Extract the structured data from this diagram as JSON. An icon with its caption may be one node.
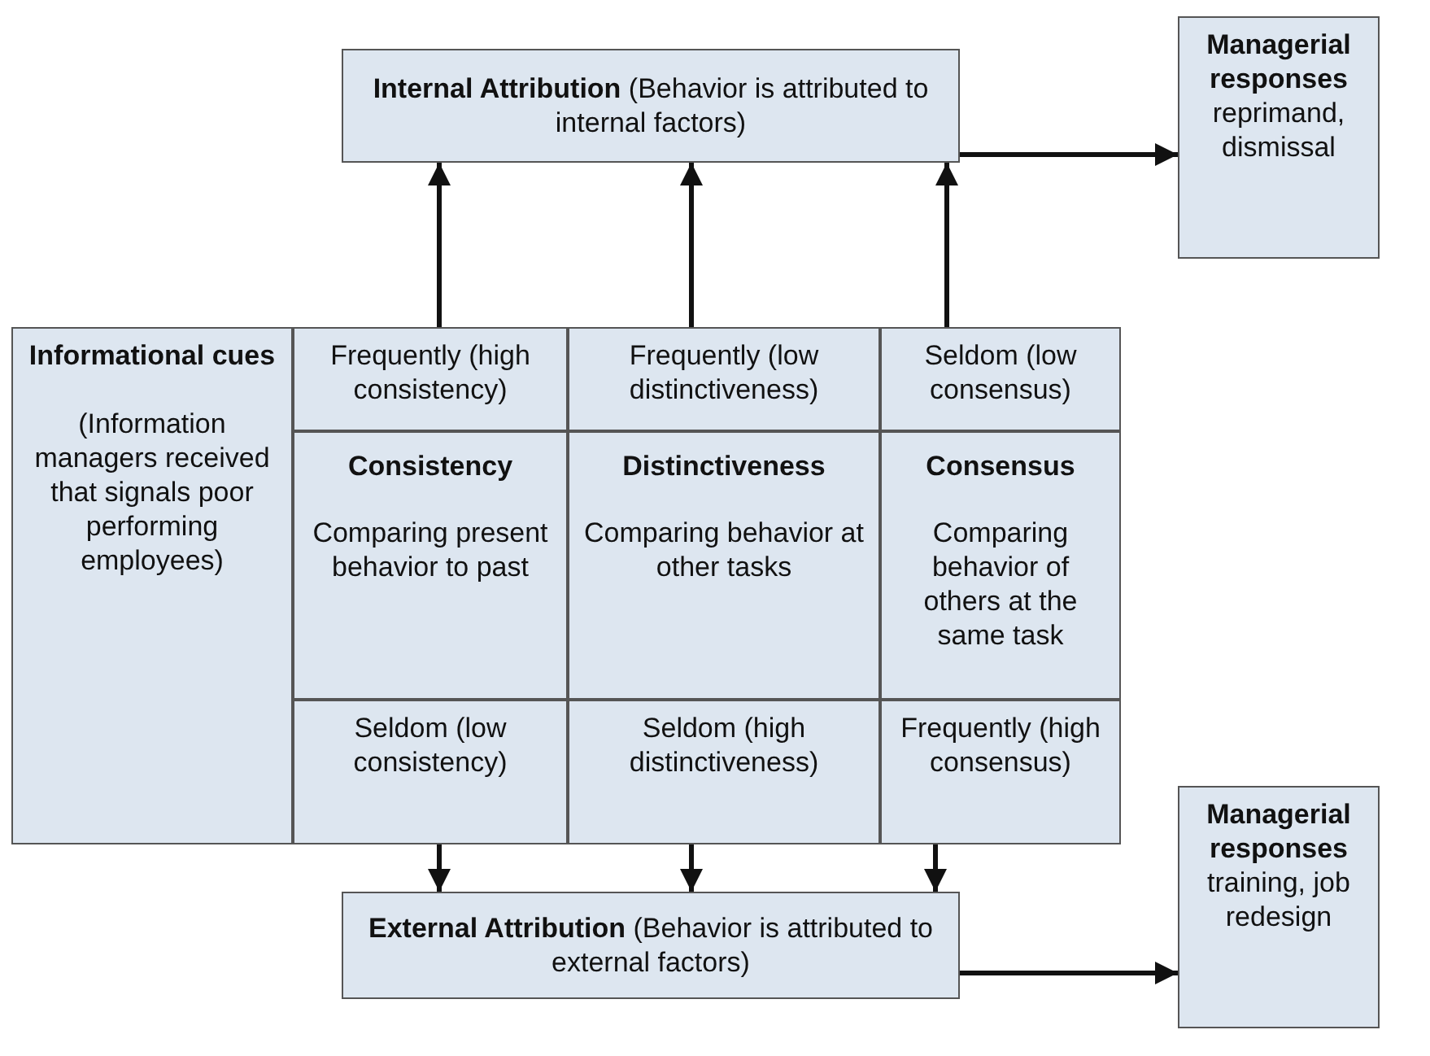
{
  "diagram": {
    "nodes": [
      {
        "text": [
          "**Internal Attribution** (Behavior is attributed to internal factors)"
        ]
      },
      {
        "text": [
          "Managerial responses",
          "reprimand, dismissal"
        ]
      },
      {
        "text": [
          "Informational cues",
          "(Information managers received that signals poor performing employees)"
        ]
      },
      {
        "text": [
          "Frequently (high consistency)"
        ]
      },
      {
        "text": [
          "Frequently (low distinctiveness)"
        ]
      },
      {
        "text": [
          "Seldom (low consensus)"
        ]
      },
      {
        "text": [
          "Consistency",
          "Comparing present behavior to past"
        ]
      },
      {
        "text": [
          "Distinctiveness",
          "Comparing behavior at other tasks"
        ]
      },
      {
        "text": [
          "Consensus",
          "Comparing behavior of others at the same task"
        ]
      },
      {
        "text": [
          "Seldom (low consistency)"
        ]
      },
      {
        "text": [
          "Seldom (high distinctiveness)"
        ]
      },
      {
        "text": [
          "Frequently (high consensus)"
        ]
      },
      {
        "text": [
          "**External Attribution** (Behavior is attributed to external factors)"
        ]
      },
      {
        "text": [
          "Managerial responses",
          "training, job redesign"
        ]
      }
    ],
    "edges": [
      {
        "from": 3,
        "to": 0,
        "arrow": "to"
      },
      {
        "from": 4,
        "to": 0,
        "arrow": "to"
      },
      {
        "from": 5,
        "to": 0,
        "arrow": "to"
      },
      {
        "from": 0,
        "to": 1,
        "arrow": "to"
      },
      {
        "from": 9,
        "to": 12,
        "arrow": "to"
      },
      {
        "from": 10,
        "to": 12,
        "arrow": "to"
      },
      {
        "from": 11,
        "to": 12,
        "arrow": "to"
      },
      {
        "from": 12,
        "to": 13,
        "arrow": "to"
      }
    ]
  }
}
